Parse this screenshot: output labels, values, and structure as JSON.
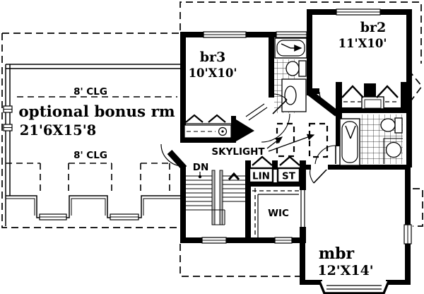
{
  "plan": {
    "colors": {
      "ink": "#000000",
      "paper": "#ffffff",
      "stair_rail": "#b4b4b4"
    },
    "rooms": {
      "bonus": {
        "name": "optional bonus rm",
        "dims": "21'6X15'8",
        "ceiling_top": "8' CLG",
        "ceiling_bottom": "8' CLG"
      },
      "br3": {
        "name": "br3",
        "dims": "10'X10'"
      },
      "br2": {
        "name": "br2",
        "dims": "11'X10'"
      },
      "mbr": {
        "name": "mbr",
        "dims": "12'X14'"
      },
      "wic": {
        "label": "WIC"
      },
      "lin": {
        "label": "LIN"
      },
      "st": {
        "label": "ST"
      }
    },
    "annotations": {
      "skylight": "SKYLIGHT",
      "down": "DN"
    }
  }
}
